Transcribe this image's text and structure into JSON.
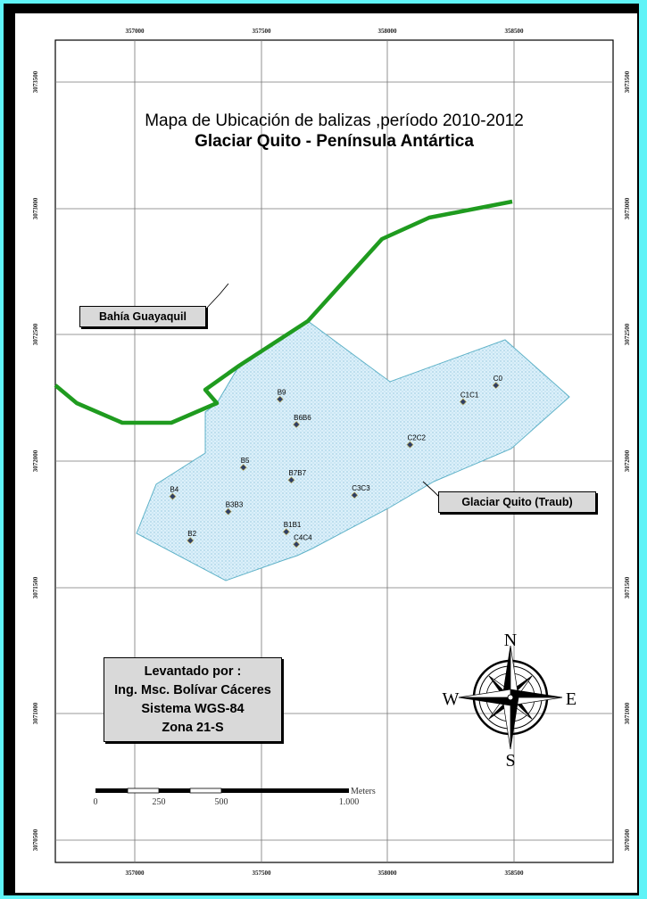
{
  "map": {
    "title_line1": "Mapa de Ubicación de balizas ,período 2010-2012",
    "title_line2": "Glaciar Quito - Península Antártica",
    "label_bay": "Bahía Guayaquil",
    "label_glacier": "Glaciar Quito (Traub)",
    "survey_lines": [
      "Levantado por :",
      "Ing. Msc. Bolívar Cáceres",
      "Sistema WGS-84",
      "Zona 21-S"
    ],
    "compass": {
      "n": "N",
      "s": "S",
      "e": "E",
      "w": "W"
    },
    "scalebar": {
      "unit": "Meters",
      "labels": [
        "0",
        "250",
        "500",
        "1.000"
      ]
    },
    "grid": {
      "x_ticks": [
        "357000",
        "357500",
        "358000",
        "358500"
      ],
      "y_ticks": [
        "3073500",
        "3073000",
        "3072500",
        "3072000",
        "3071500",
        "3071000",
        "3070500"
      ]
    },
    "colors": {
      "coast": "#1f9b1f",
      "glacier_fill": "#dbeef8",
      "glacier_edge": "#5fb2c8",
      "box": "#d9d9d9",
      "cyan": "#5ff3f7"
    },
    "beacons": [
      {
        "id": "C0",
        "label": "C0",
        "e": 358430,
        "n": 3072300
      },
      {
        "id": "C1",
        "label": "C1C1",
        "e": 358300,
        "n": 3072235
      },
      {
        "id": "C2",
        "label": "C2C2",
        "e": 358090,
        "n": 3072065
      },
      {
        "id": "C3",
        "label": "C3C3",
        "e": 357870,
        "n": 3071865
      },
      {
        "id": "B9",
        "label": "B9",
        "e": 357575,
        "n": 3072245
      },
      {
        "id": "B6",
        "label": "B6B6",
        "e": 357640,
        "n": 3072145
      },
      {
        "id": "B5",
        "label": "B5",
        "e": 357430,
        "n": 3071975
      },
      {
        "id": "B7",
        "label": "B7B7",
        "e": 357620,
        "n": 3071925
      },
      {
        "id": "B4",
        "label": "B4",
        "e": 357150,
        "n": 3071860
      },
      {
        "id": "B3",
        "label": "B3B3",
        "e": 357370,
        "n": 3071800
      },
      {
        "id": "B1",
        "label": "B1B1",
        "e": 357600,
        "n": 3071720
      },
      {
        "id": "C4",
        "label": "C4C4",
        "e": 357640,
        "n": 3071670
      },
      {
        "id": "B2",
        "label": "B2",
        "e": 357220,
        "n": 3071685
      }
    ]
  }
}
